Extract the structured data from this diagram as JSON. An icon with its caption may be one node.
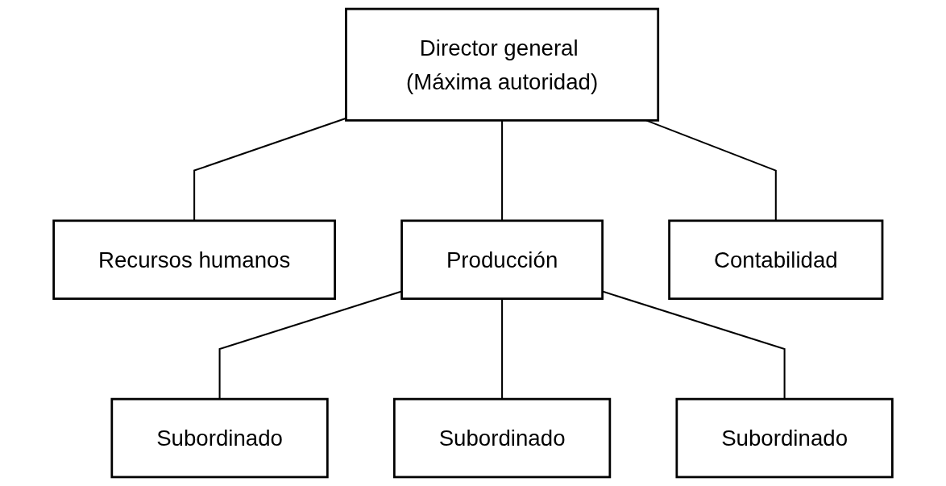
{
  "diagram": {
    "nodes": [
      {
        "text": [
          "Director general (Máxima autoridad)"
        ]
      },
      {
        "text": [
          "Recursos humanos"
        ]
      },
      {
        "text": [
          "Producción"
        ]
      },
      {
        "text": [
          "Contabilidad"
        ]
      },
      {
        "text": [
          "Subordinado"
        ]
      },
      {
        "text": [
          "Subordinado"
        ]
      },
      {
        "text": [
          "Subordinado"
        ]
      }
    ],
    "edges": [
      {
        "from": 0,
        "to": 1,
        "arrow": "none"
      },
      {
        "from": 0,
        "to": 2,
        "arrow": "none"
      },
      {
        "from": 0,
        "to": 3,
        "arrow": "none"
      },
      {
        "from": 2,
        "to": 4,
        "arrow": "none"
      },
      {
        "from": 2,
        "to": 5,
        "arrow": "none"
      },
      {
        "from": 2,
        "to": 6,
        "arrow": "none"
      }
    ]
  }
}
